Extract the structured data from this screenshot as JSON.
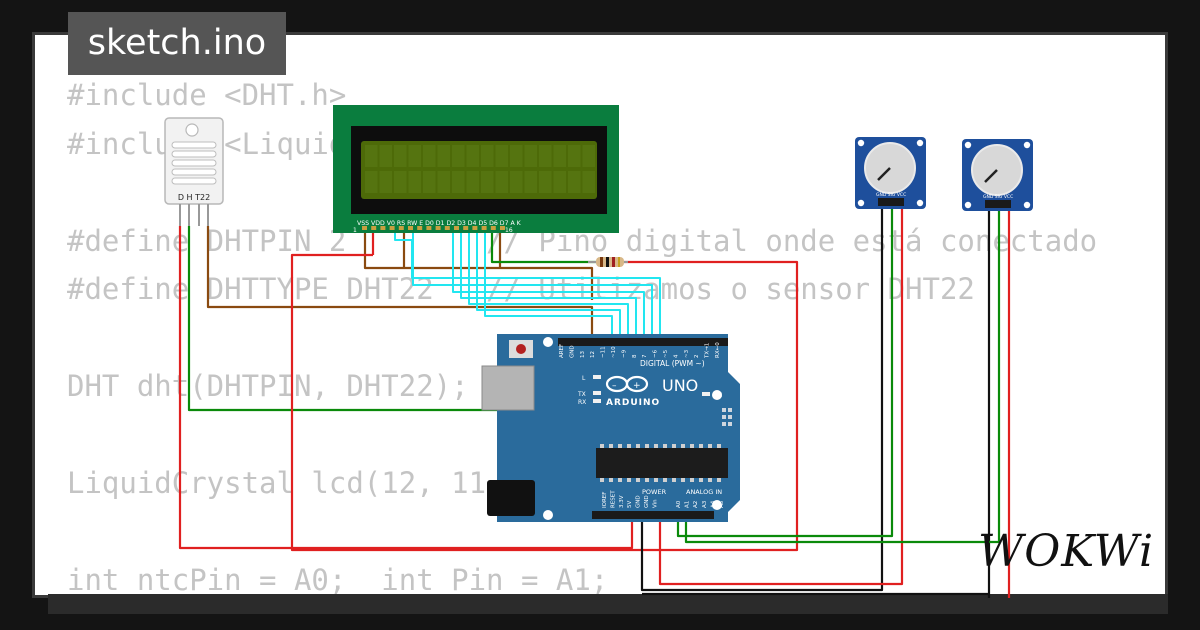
{
  "tab": {
    "title": "sketch.ino"
  },
  "code_lines": [
    "#include <DHT.h>",
    "#include <LiquidCrystal.h>",
    "",
    "#define DHTPIN 2        // Pino digital onde está conectado",
    "#define DHTTYPE DHT22   // Utilizamos o sensor DHT22",
    "",
    "DHT dht(DHTPIN, DHT22);",
    "",
    "LiquidCrystal lcd(12, 11, 5, 4, 3, 2);",
    "",
    "int ntcPin = A0;  int Pin = A1;"
  ],
  "dht": {
    "label": "D H T22"
  },
  "lcd": {
    "pin_labels": "VSS VDD V0 RS RW E D0 D1 D2 D3 D4 D5 D6 D7 A K",
    "pin_first": "1",
    "pin_last": "16"
  },
  "potentiometer": {
    "pin_label": "GND SIG VCC"
  },
  "arduino": {
    "brand": "ARDUINO",
    "model": "UNO",
    "digital_label": "DIGITAL (PWM ~)",
    "analog_label": "ANALOG IN",
    "power_label": "POWER",
    "digital_pins": [
      "AREF",
      "GND",
      "13",
      "12",
      "~11",
      "~10",
      "~9",
      "8",
      "7",
      "~6",
      "~5",
      "4",
      "~3",
      "2",
      "TX→1",
      "RX←0"
    ],
    "power_pins": [
      "IOREF",
      "RESET",
      "3.3V",
      "5V",
      "GND",
      "GND",
      "Vin"
    ],
    "analog_pins": [
      "A0",
      "A1",
      "A2",
      "A3",
      "A4",
      "A5"
    ],
    "led_l": "L",
    "led_tx": "TX",
    "led_rx": "RX",
    "led_on": "ON"
  },
  "logo": {
    "text": "WOKWi"
  },
  "colors": {
    "background": "#141414",
    "card": "#ffffff",
    "tab": "#555555",
    "code_text": "#c4c4c4",
    "board_blue": "#2a6b9c",
    "lcd_green": "#0a7d3e",
    "lcd_screen": "#4d6a08",
    "wire_red": "#e02020",
    "wire_green": "#0a8a0a",
    "wire_cyan": "#22e6f0",
    "wire_brown": "#8a4a10",
    "wire_black": "#111111"
  }
}
